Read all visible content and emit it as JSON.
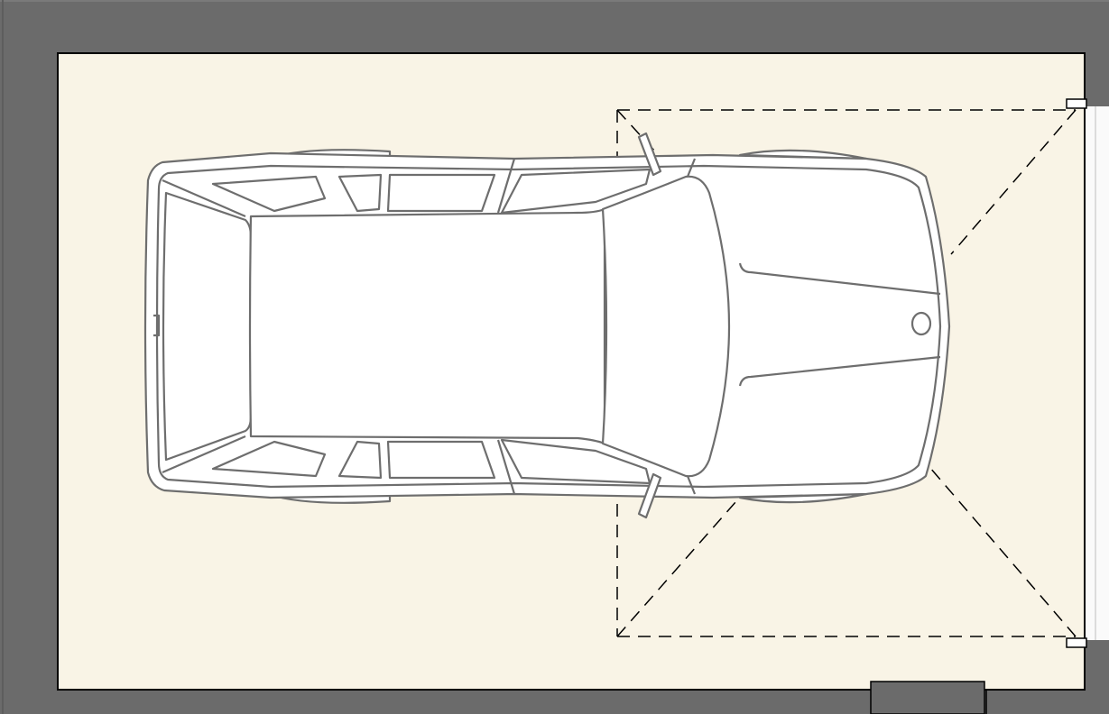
{
  "plan": {
    "colors": {
      "wall": "#6b6b6b",
      "floor": "#f9f4e6",
      "outline": "#000000",
      "car_body": "#ffffff",
      "car_stroke": "#6e6e6e",
      "door_swing": "#000000"
    },
    "elements": {
      "walls": "wall",
      "floor": "floor",
      "garage_door_opening": "garage-door",
      "door_swing_guides": "door-swing-dashed",
      "vehicle": "car-top-view"
    }
  }
}
